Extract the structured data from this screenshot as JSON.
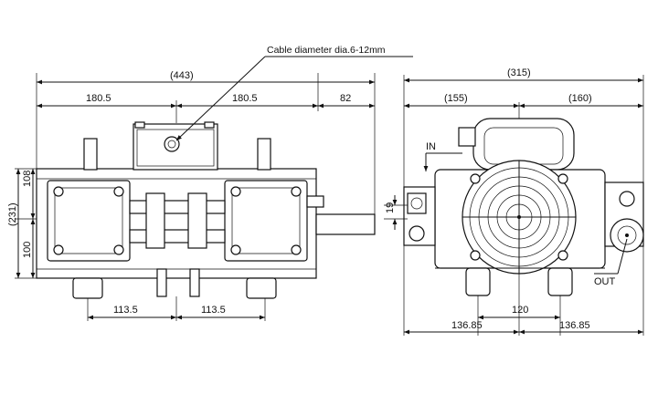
{
  "diagram": {
    "callout": {
      "text": "Cable diameter dia.6-12mm"
    },
    "front_view": {
      "overall_width": "(443)",
      "segments": [
        "180.5",
        "180.5",
        "82"
      ],
      "bottom_segments": [
        "113.5",
        "113.5"
      ],
      "overall_height": "(231)",
      "height_upper": "108",
      "height_lower": "100"
    },
    "side_view": {
      "overall_width": "(315)",
      "segments": [
        "(155)",
        "(160)"
      ],
      "bottom_segments": [
        "136.85",
        "120",
        "136.85"
      ],
      "offset": "19",
      "inlet_label": "IN",
      "outlet_label": "OUT"
    }
  }
}
